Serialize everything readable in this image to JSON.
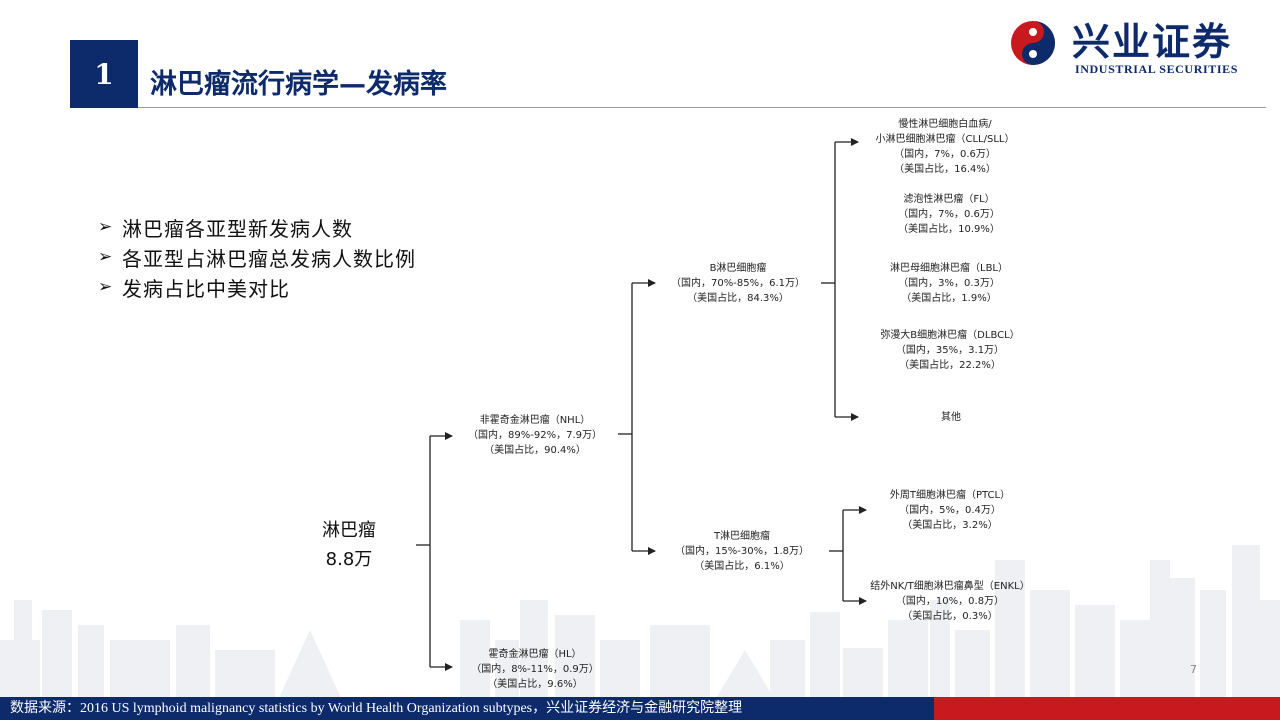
{
  "section": {
    "number": "1",
    "title": "淋巴瘤流行病学—发病率"
  },
  "logo": {
    "cn": "兴业证券",
    "en": "INDUSTRIAL SECURITIES"
  },
  "bullets": [
    {
      "text": "淋巴瘤各亚型新发病人数"
    },
    {
      "text": "各亚型占淋巴瘤总发病人数比例"
    },
    {
      "text": "发病占比中美对比"
    }
  ],
  "bullet_marker": "➢",
  "tree": {
    "root": {
      "line1": "淋巴瘤",
      "line2": "8.8万"
    },
    "nhl": {
      "line1": "非霍奇金淋巴瘤（NHL）",
      "line2": "（国内，89%-92%，7.9万）",
      "line3": "（美国占比，90.4%）"
    },
    "hl": {
      "line1": "霍奇金淋巴瘤（HL）",
      "line2": "（国内，8%-11%，0.9万）",
      "line3": "（美国占比，9.6%）"
    },
    "b": {
      "line1": "B淋巴细胞瘤",
      "line2": "（国内，70%-85%，6.1万）",
      "line3": "（美国占比，84.3%）"
    },
    "t": {
      "line1": "T淋巴细胞瘤",
      "line2": "（国内，15%-30%，1.8万）",
      "line3": "（美国占比，6.1%）"
    },
    "cll": {
      "line1": "慢性淋巴细胞白血病/",
      "line2": "小淋巴细胞淋巴瘤（CLL/SLL）",
      "line3": "（国内，7%，0.6万）",
      "line4": "（美国占比，16.4%）"
    },
    "fl": {
      "line1": "滤泡性淋巴瘤（FL）",
      "line2": "（国内，7%，0.6万）",
      "line3": "（美国占比，10.9%）"
    },
    "lbl": {
      "line1": "淋巴母细胞淋巴瘤（LBL）",
      "line2": "（国内，3%，0.3万）",
      "line3": "（美国占比，1.9%）"
    },
    "dlbcl": {
      "line1": "弥漫大B细胞淋巴瘤（DLBCL）",
      "line2": "（国内，35%，3.1万）",
      "line3": "（美国占比，22.2%）"
    },
    "other": {
      "line1": "其他"
    },
    "ptcl": {
      "line1": "外周T细胞淋巴瘤（PTCL）",
      "line2": "（国内，5%，0.4万）",
      "line3": "（美国占比，3.2%）"
    },
    "enkl": {
      "line1": "结外NK/T细胞淋巴瘤鼻型（ENKL）",
      "line2": "（国内，10%，0.8万）",
      "line3": "（美国占比，0.3%）"
    }
  },
  "page_number": "7",
  "footer": {
    "source": "数据来源：2016 US lymphoid malignancy statistics by World Health Organization subtypes，兴业证券经济与金融研究院整理"
  },
  "colors": {
    "brand_navy": "#0d2a6b",
    "brand_red": "#c8191f",
    "skyline": "#eef0f3",
    "connector": "#222222"
  },
  "icons": {
    "logo": "industrial-securities-swirl-logo",
    "bullet": "arrowhead-bullet-icon",
    "connector_arrow": "arrowhead-icon"
  }
}
